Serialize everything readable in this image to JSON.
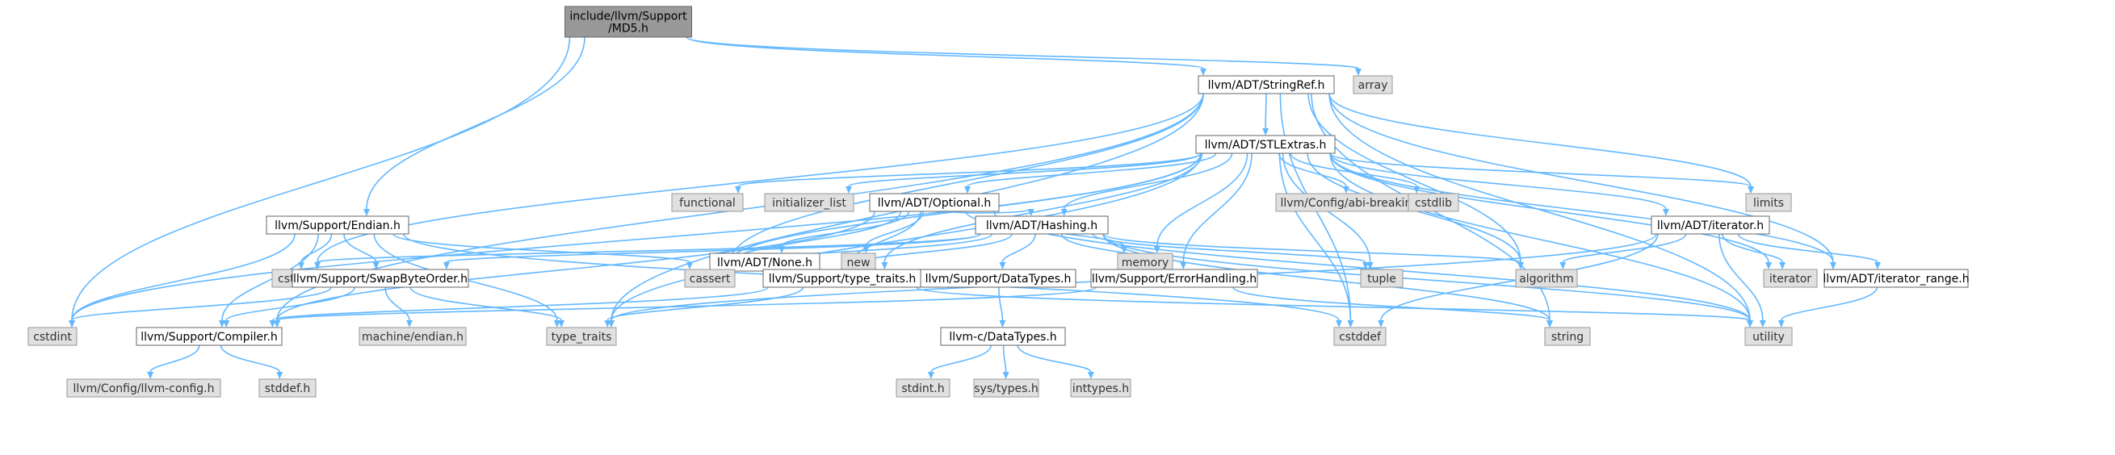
{
  "graph": {
    "nodes": [
      {
        "id": "md5",
        "type": "root",
        "lines": [
          "include/llvm/Support",
          "/MD5.h"
        ]
      },
      {
        "id": "stringref",
        "type": "doc",
        "lines": [
          "llvm/ADT/StringRef.h"
        ]
      },
      {
        "id": "array",
        "type": "sys",
        "lines": [
          "array"
        ]
      },
      {
        "id": "stlextras",
        "type": "doc",
        "lines": [
          "llvm/ADT/STLExtras.h"
        ]
      },
      {
        "id": "functional",
        "type": "sys",
        "lines": [
          "functional"
        ]
      },
      {
        "id": "initializer_list",
        "type": "sys",
        "lines": [
          "initializer_list"
        ]
      },
      {
        "id": "optional",
        "type": "doc",
        "lines": [
          "llvm/ADT/Optional.h"
        ]
      },
      {
        "id": "abibreaking",
        "type": "sys",
        "lines": [
          "llvm/Config/abi-breaking.h"
        ]
      },
      {
        "id": "cstdlib",
        "type": "sys",
        "lines": [
          "cstdlib"
        ]
      },
      {
        "id": "limits",
        "type": "sys",
        "lines": [
          "limits"
        ]
      },
      {
        "id": "endian",
        "type": "doc",
        "lines": [
          "llvm/Support/Endian.h"
        ]
      },
      {
        "id": "none",
        "type": "doc",
        "lines": [
          "llvm/ADT/None.h"
        ]
      },
      {
        "id": "new",
        "type": "sys",
        "lines": [
          "new"
        ]
      },
      {
        "id": "memory",
        "type": "sys",
        "lines": [
          "memory"
        ]
      },
      {
        "id": "hashing",
        "type": "doc",
        "lines": [
          "llvm/ADT/Hashing.h"
        ]
      },
      {
        "id": "iterator_h",
        "type": "doc",
        "lines": [
          "llvm/ADT/iterator.h"
        ]
      },
      {
        "id": "cstring",
        "type": "sys",
        "lines": [
          "cstring"
        ]
      },
      {
        "id": "swapbyteorder",
        "type": "doc",
        "lines": [
          "llvm/Support/SwapByteOrder.h"
        ]
      },
      {
        "id": "cassert",
        "type": "sys",
        "lines": [
          "cassert"
        ]
      },
      {
        "id": "typetraits_h",
        "type": "doc",
        "lines": [
          "llvm/Support/type_traits.h"
        ]
      },
      {
        "id": "datatypes",
        "type": "doc",
        "lines": [
          "llvm/Support/DataTypes.h"
        ]
      },
      {
        "id": "errorhandling",
        "type": "doc",
        "lines": [
          "llvm/Support/ErrorHandling.h"
        ]
      },
      {
        "id": "tuple",
        "type": "sys",
        "lines": [
          "tuple"
        ]
      },
      {
        "id": "algorithm",
        "type": "sys",
        "lines": [
          "algorithm"
        ]
      },
      {
        "id": "iterator",
        "type": "sys",
        "lines": [
          "iterator"
        ]
      },
      {
        "id": "iterator_range",
        "type": "doc",
        "lines": [
          "llvm/ADT/iterator_range.h"
        ]
      },
      {
        "id": "cstdint",
        "type": "sys",
        "lines": [
          "cstdint"
        ]
      },
      {
        "id": "compiler",
        "type": "doc",
        "lines": [
          "llvm/Support/Compiler.h"
        ]
      },
      {
        "id": "machineendian",
        "type": "sys",
        "lines": [
          "machine/endian.h"
        ]
      },
      {
        "id": "type_traits",
        "type": "sys",
        "lines": [
          "type_traits"
        ]
      },
      {
        "id": "cstddef",
        "type": "sys",
        "lines": [
          "cstddef"
        ]
      },
      {
        "id": "string",
        "type": "sys",
        "lines": [
          "string"
        ]
      },
      {
        "id": "utility",
        "type": "sys",
        "lines": [
          "utility"
        ]
      },
      {
        "id": "cdatatypes",
        "type": "doc",
        "lines": [
          "llvm-c/DataTypes.h"
        ]
      },
      {
        "id": "llvmconfig",
        "type": "sys",
        "lines": [
          "llvm/Config/llvm-config.h"
        ]
      },
      {
        "id": "stddef",
        "type": "sys",
        "lines": [
          "stddef.h"
        ]
      },
      {
        "id": "stdint",
        "type": "sys",
        "lines": [
          "stdint.h"
        ]
      },
      {
        "id": "systypes",
        "type": "sys",
        "lines": [
          "sys/types.h"
        ]
      },
      {
        "id": "inttypes",
        "type": "sys",
        "lines": [
          "inttypes.h"
        ]
      }
    ],
    "edges": [
      [
        "md5",
        "stringref"
      ],
      [
        "md5",
        "array"
      ],
      [
        "md5",
        "endian"
      ],
      [
        "md5",
        "cstdint"
      ],
      [
        "stringref",
        "stlextras"
      ],
      [
        "stringref",
        "compiler"
      ],
      [
        "stringref",
        "iterator_range"
      ],
      [
        "stringref",
        "algorithm"
      ],
      [
        "stringref",
        "cassert"
      ],
      [
        "stringref",
        "cstddef"
      ],
      [
        "stringref",
        "cstring"
      ],
      [
        "stringref",
        "limits"
      ],
      [
        "stringref",
        "string"
      ],
      [
        "stringref",
        "type_traits"
      ],
      [
        "stringref",
        "utility"
      ],
      [
        "stlextras",
        "functional"
      ],
      [
        "stlextras",
        "initializer_list"
      ],
      [
        "stlextras",
        "optional"
      ],
      [
        "stlextras",
        "abibreaking"
      ],
      [
        "stlextras",
        "cstdlib"
      ],
      [
        "stlextras",
        "limits"
      ],
      [
        "stlextras",
        "memory"
      ],
      [
        "stlextras",
        "tuple"
      ],
      [
        "stlextras",
        "algorithm"
      ],
      [
        "stlextras",
        "iterator"
      ],
      [
        "stlextras",
        "iterator_h"
      ],
      [
        "stlextras",
        "iterator_range"
      ],
      [
        "stlextras",
        "errorhandling"
      ],
      [
        "stlextras",
        "hashing"
      ],
      [
        "stlextras",
        "cassert"
      ],
      [
        "stlextras",
        "cstddef"
      ],
      [
        "stlextras",
        "cstdint"
      ],
      [
        "stlextras",
        "type_traits"
      ],
      [
        "stlextras",
        "utility"
      ],
      [
        "stlextras",
        "typetraits_h"
      ],
      [
        "optional",
        "none"
      ],
      [
        "optional",
        "new"
      ],
      [
        "optional",
        "memory"
      ],
      [
        "optional",
        "hashing"
      ],
      [
        "optional",
        "cassert"
      ],
      [
        "optional",
        "compiler"
      ],
      [
        "optional",
        "typetraits_h"
      ],
      [
        "optional",
        "utility"
      ],
      [
        "hashing",
        "datatypes"
      ],
      [
        "hashing",
        "errorhandling"
      ],
      [
        "hashing",
        "swapbyteorder"
      ],
      [
        "hashing",
        "typetraits_h"
      ],
      [
        "hashing",
        "algorithm"
      ],
      [
        "hashing",
        "cassert"
      ],
      [
        "hashing",
        "cstring"
      ],
      [
        "hashing",
        "string"
      ],
      [
        "hashing",
        "tuple"
      ],
      [
        "hashing",
        "utility"
      ],
      [
        "endian",
        "compiler"
      ],
      [
        "endian",
        "swapbyteorder"
      ],
      [
        "endian",
        "cassert"
      ],
      [
        "endian",
        "cstddef"
      ],
      [
        "endian",
        "cstdint"
      ],
      [
        "endian",
        "cstring"
      ],
      [
        "endian",
        "type_traits"
      ],
      [
        "swapbyteorder",
        "compiler"
      ],
      [
        "swapbyteorder",
        "cstdint"
      ],
      [
        "swapbyteorder",
        "type_traits"
      ],
      [
        "swapbyteorder",
        "machineendian"
      ],
      [
        "typetraits_h",
        "compiler"
      ],
      [
        "typetraits_h",
        "type_traits"
      ],
      [
        "typetraits_h",
        "utility"
      ],
      [
        "datatypes",
        "cdatatypes"
      ],
      [
        "cdatatypes",
        "inttypes"
      ],
      [
        "cdatatypes",
        "stdint"
      ],
      [
        "cdatatypes",
        "systypes"
      ],
      [
        "errorhandling",
        "compiler"
      ],
      [
        "errorhandling",
        "string"
      ],
      [
        "iterator_h",
        "iterator_range"
      ],
      [
        "iterator_h",
        "algorithm"
      ],
      [
        "iterator_h",
        "cstddef"
      ],
      [
        "iterator_h",
        "iterator"
      ],
      [
        "iterator_h",
        "type_traits"
      ],
      [
        "iterator_h",
        "utility"
      ],
      [
        "iterator_range",
        "utility"
      ],
      [
        "compiler",
        "llvmconfig"
      ],
      [
        "compiler",
        "stddef"
      ]
    ]
  }
}
